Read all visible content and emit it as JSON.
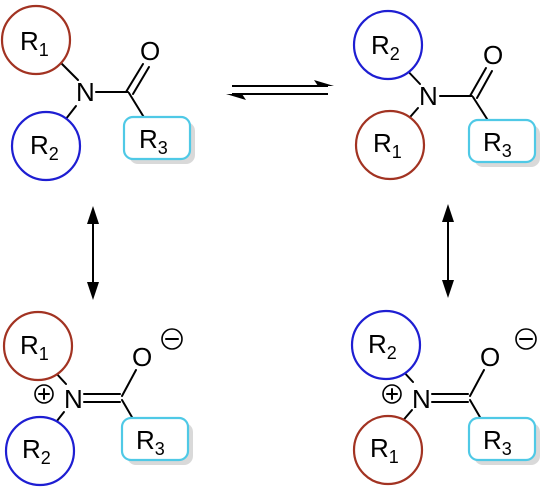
{
  "colors": {
    "r1_ring": "#a23322",
    "r2_ring": "#1e1ed2",
    "r3_box": "#4fc9e6",
    "bond": "#000000"
  },
  "groups": {
    "r1": "R",
    "r1_sub": "1",
    "r2": "R",
    "r2_sub": "2",
    "r3": "R",
    "r3_sub": "3"
  },
  "atoms": {
    "nitrogen": "N",
    "oxygen": "O"
  },
  "structures": [
    {
      "id": "amide-A",
      "form": "neutral"
    },
    {
      "id": "amide-B",
      "form": "neutral"
    },
    {
      "id": "zwitterion-A",
      "form": "charge-separated"
    },
    {
      "id": "zwitterion-B",
      "form": "charge-separated"
    }
  ],
  "arrows": [
    {
      "type": "equilibrium",
      "from": "amide-A",
      "to": "amide-B"
    },
    {
      "type": "resonance",
      "from": "amide-A",
      "to": "zwitterion-A"
    },
    {
      "type": "resonance",
      "from": "amide-B",
      "to": "zwitterion-B"
    }
  ]
}
